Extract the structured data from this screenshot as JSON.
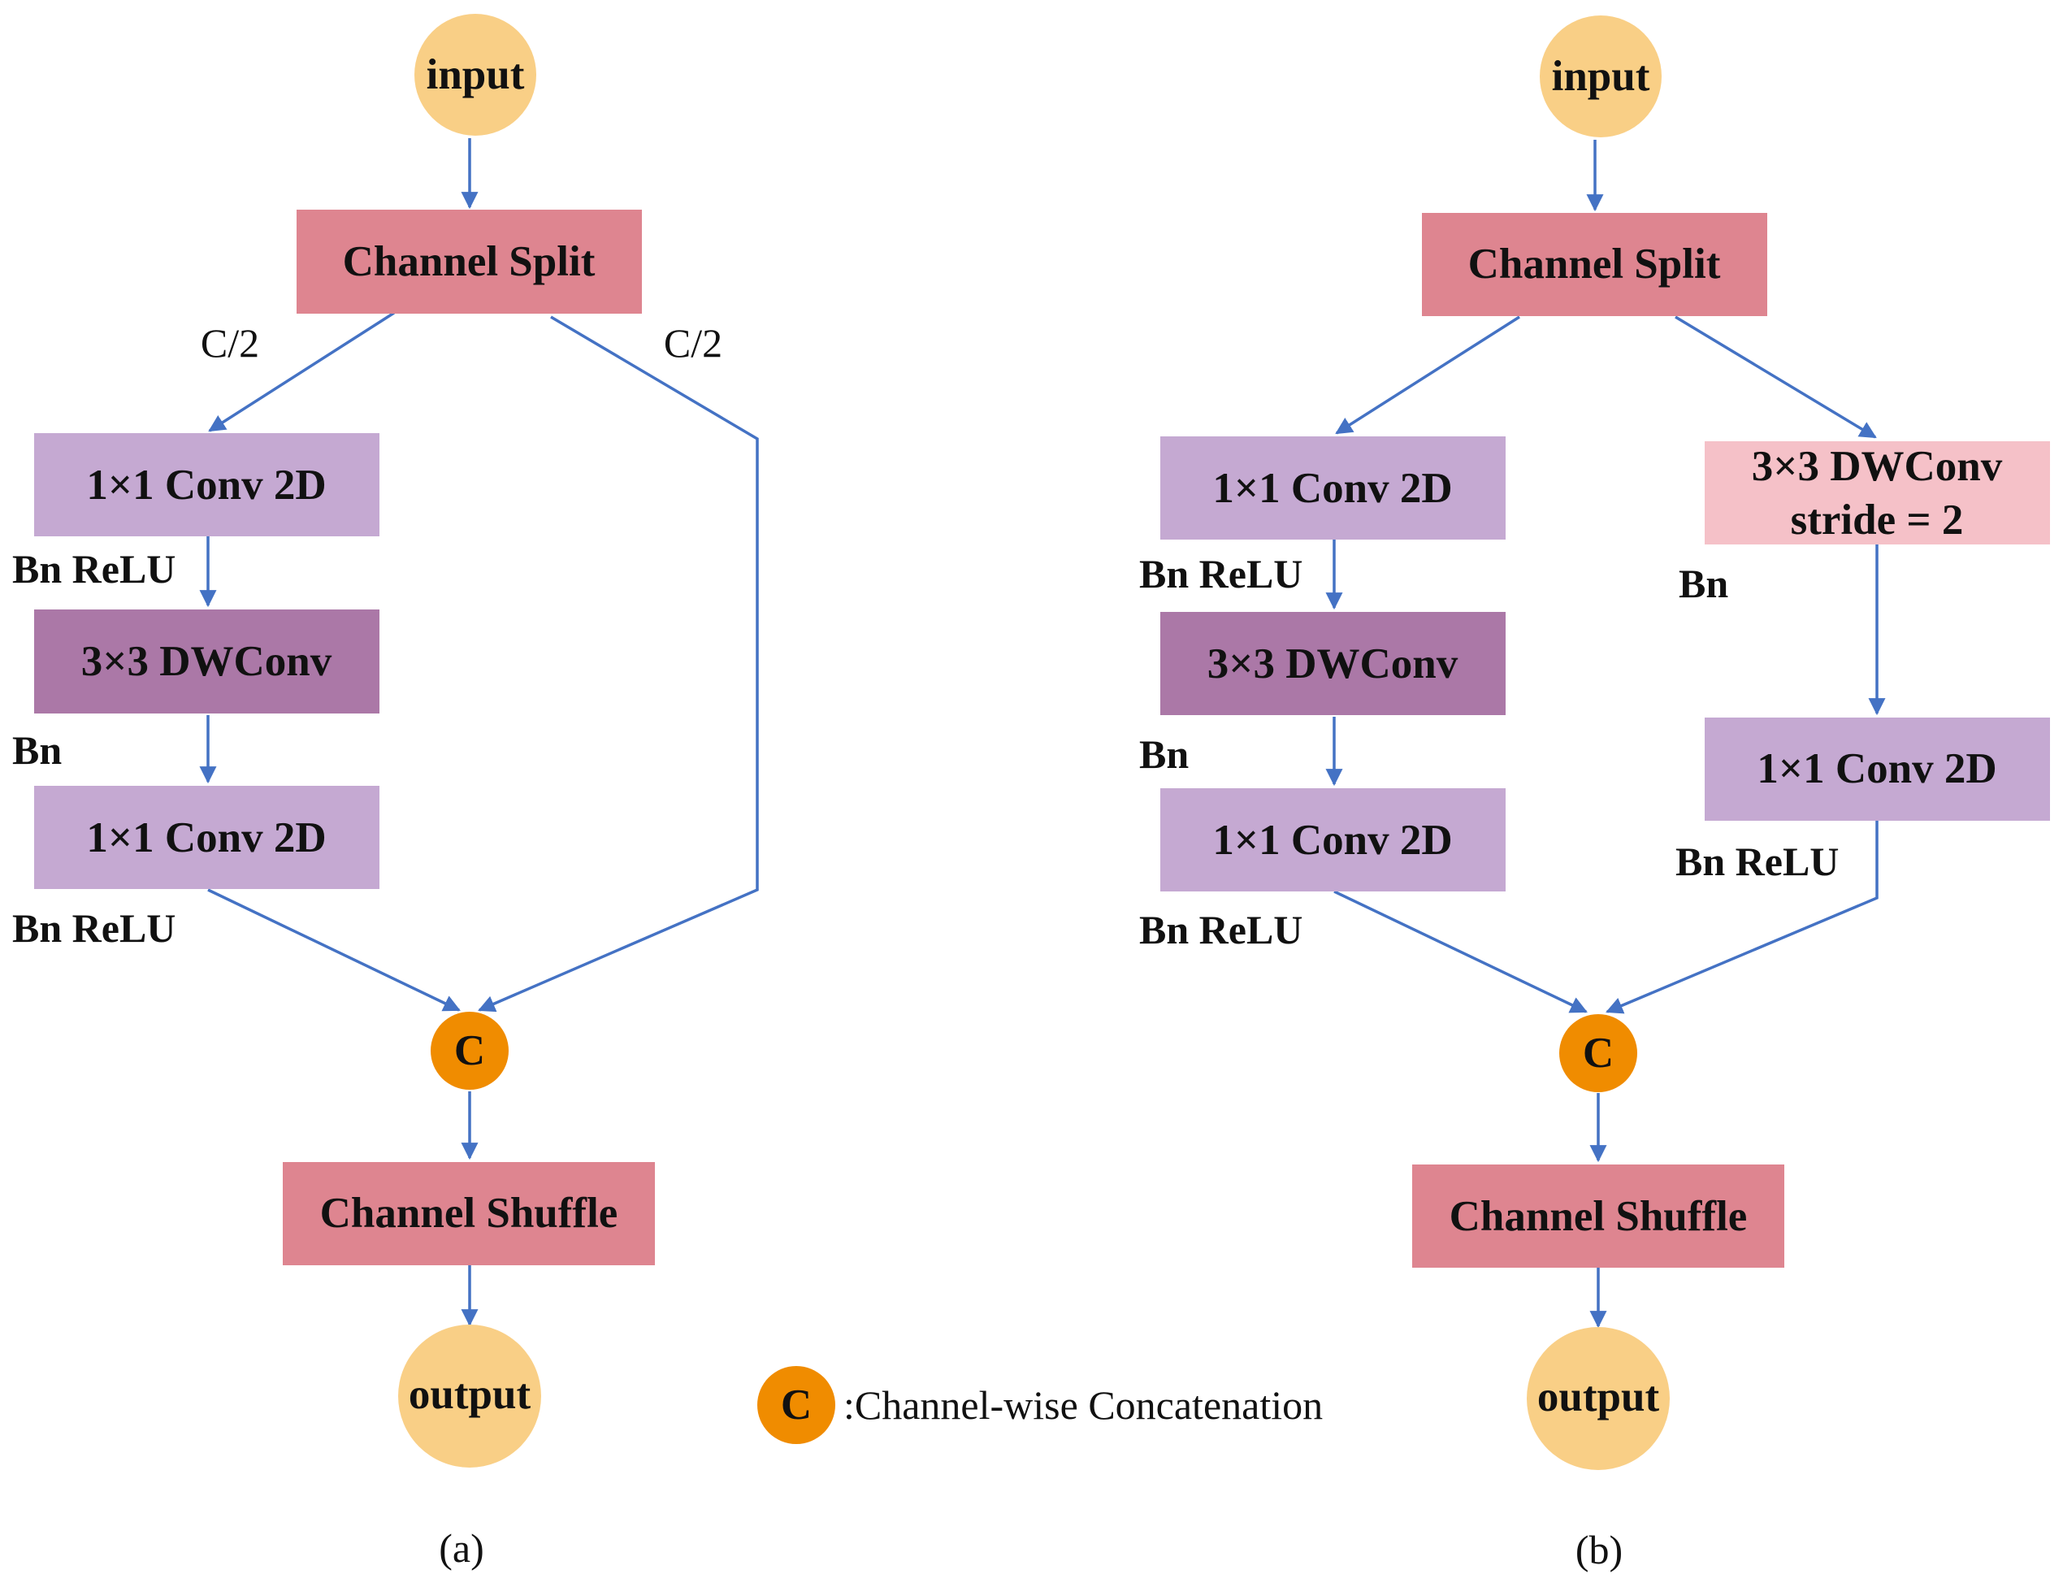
{
  "colors": {
    "io_circle": "#f9cf86",
    "split_shuffle": "#de8590",
    "conv_1x1": "#c5a9d2",
    "dwconv": "#ab78a7",
    "dwconv_stride": "#f5c1c8",
    "concat": "#f08c00",
    "arrow": "#4472c4"
  },
  "legend": {
    "symbol": "C",
    "text": ":Channel-wise Concatenation"
  },
  "diagram_a": {
    "caption": "(a)",
    "input": "input",
    "channel_split": "Channel Split",
    "split_left_label": "C/2",
    "split_right_label": "C/2",
    "conv1": "1×1 Conv 2D",
    "conv1_ann": "Bn ReLU",
    "dwconv": "3×3 DWConv",
    "dwconv_ann": "Bn",
    "conv2": "1×1 Conv 2D",
    "conv2_ann": "Bn ReLU",
    "concat": "C",
    "channel_shuffle": "Channel Shuffle",
    "output": "output"
  },
  "diagram_b": {
    "caption": "(b)",
    "input": "input",
    "channel_split": "Channel Split",
    "left_conv1": "1×1 Conv 2D",
    "left_conv1_ann": "Bn ReLU",
    "left_dwconv": "3×3 DWConv",
    "left_dwconv_ann": "Bn",
    "left_conv2": "1×1 Conv 2D",
    "left_conv2_ann": "Bn ReLU",
    "right_dwconv_line1": "3×3 DWConv",
    "right_dwconv_line2": "stride = 2",
    "right_dwconv_ann": "Bn",
    "right_conv": "1×1 Conv 2D",
    "right_conv_ann": "Bn ReLU",
    "concat": "C",
    "channel_shuffle": "Channel Shuffle",
    "output": "output"
  }
}
